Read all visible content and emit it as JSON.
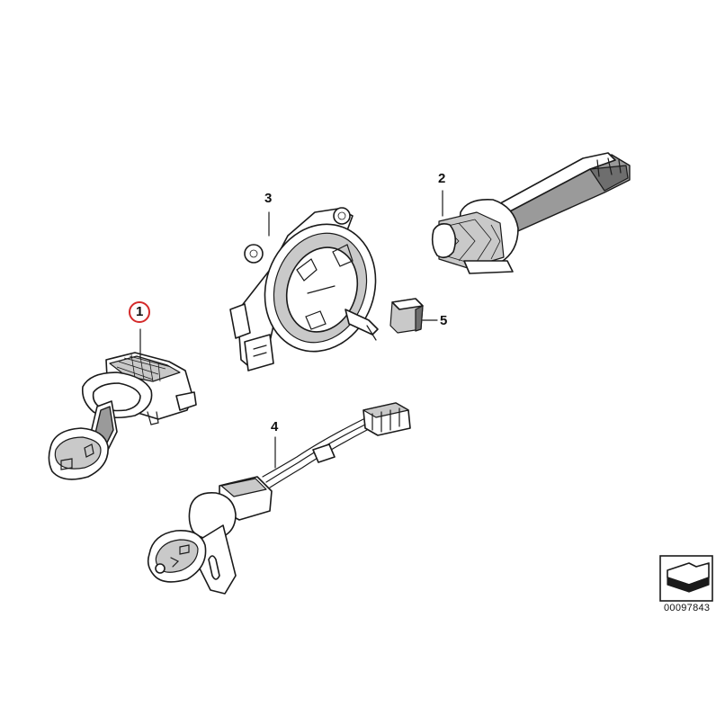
{
  "labels": {
    "part1": "1",
    "part2": "2",
    "part3": "3",
    "part4": "4",
    "part5": "5"
  },
  "reference_number": "00097843",
  "colors": {
    "highlight_circle": "#d42a2a",
    "line": "#1a1a1a",
    "shade": "#9a9a9a"
  },
  "icons": {
    "corner_badge": "folded-arrow-icon"
  }
}
